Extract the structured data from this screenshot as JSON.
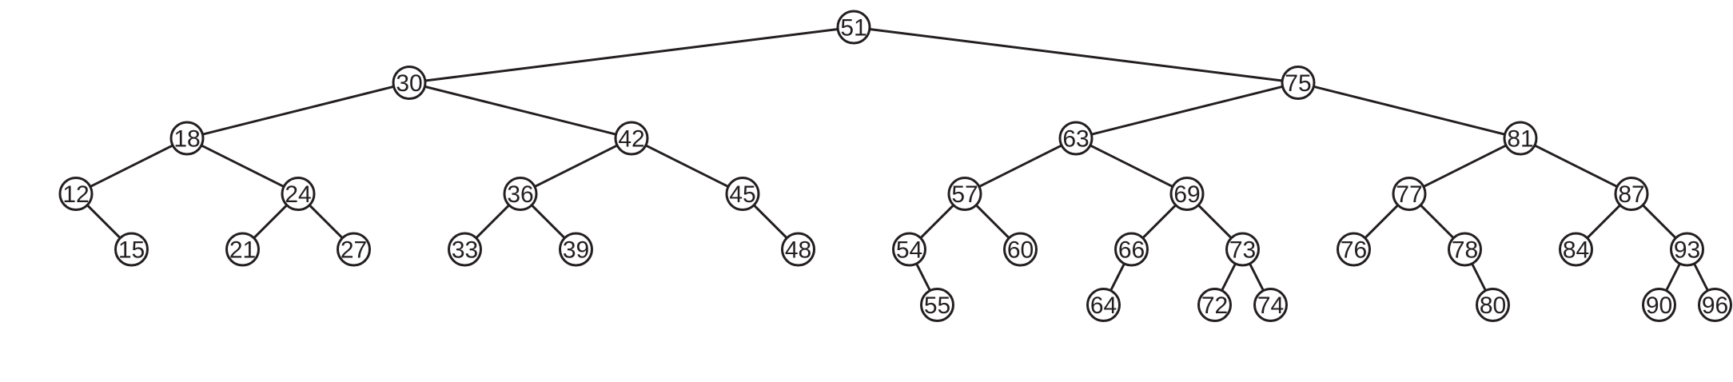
{
  "tree": {
    "root": {
      "value": "51",
      "left": {
        "value": "30",
        "left": {
          "value": "18",
          "left": {
            "value": "12",
            "right": {
              "value": "15"
            }
          },
          "right": {
            "value": "24",
            "left": {
              "value": "21"
            },
            "right": {
              "value": "27"
            }
          }
        },
        "right": {
          "value": "42",
          "left": {
            "value": "36",
            "left": {
              "value": "33"
            },
            "right": {
              "value": "39"
            }
          },
          "right": {
            "value": "45",
            "right": {
              "value": "48"
            }
          }
        }
      },
      "right": {
        "value": "75",
        "left": {
          "value": "63",
          "left": {
            "value": "57",
            "left": {
              "value": "54",
              "right": {
                "value": "55"
              }
            },
            "right": {
              "value": "60"
            }
          },
          "right": {
            "value": "69",
            "left": {
              "value": "66",
              "left": {
                "value": "64"
              }
            },
            "right": {
              "value": "73",
              "left": {
                "value": "72"
              },
              "right": {
                "value": "74"
              }
            }
          }
        },
        "right": {
          "value": "81",
          "left": {
            "value": "77",
            "left": {
              "value": "76"
            },
            "right": {
              "value": "78",
              "right": {
                "value": "80"
              }
            }
          },
          "right": {
            "value": "87",
            "left": {
              "value": "84"
            },
            "right": {
              "value": "93",
              "left": {
                "value": "90"
              },
              "right": {
                "value": "96"
              }
            }
          }
        }
      }
    }
  },
  "colors": {
    "stroke": "#231f20",
    "fill": "#ffffff"
  }
}
